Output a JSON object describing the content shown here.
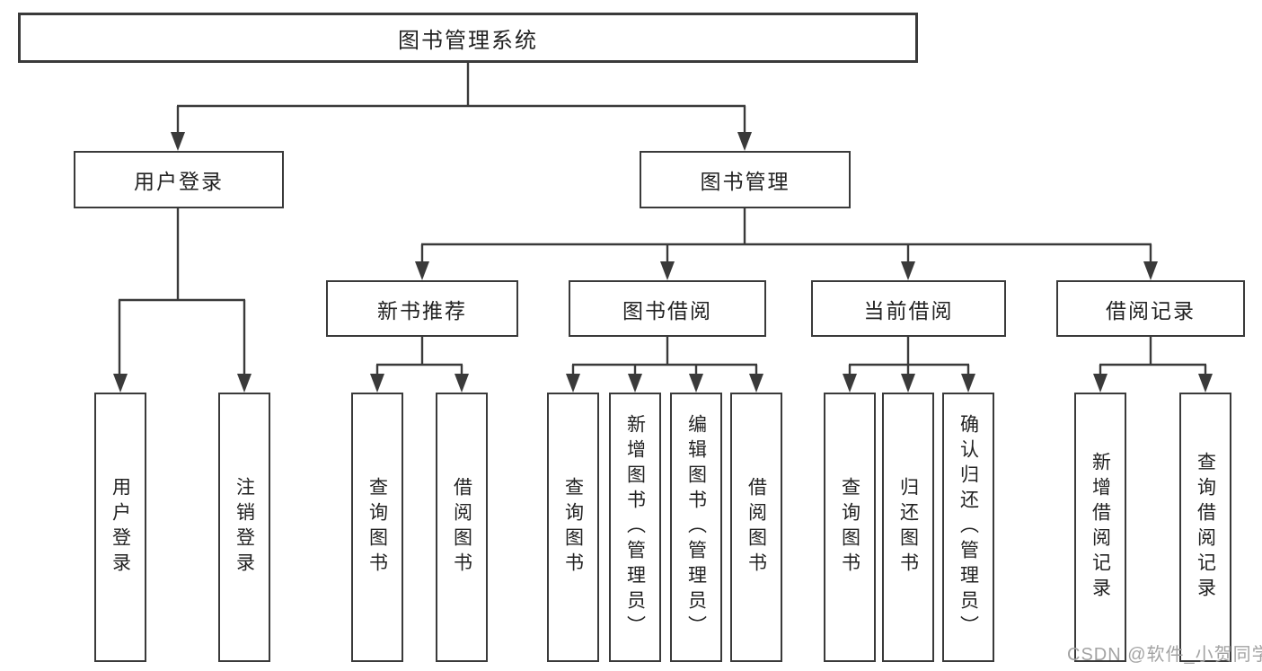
{
  "diagram": {
    "root": {
      "label": "图书管理系统"
    },
    "level2": [
      {
        "label": "用户登录"
      },
      {
        "label": "图书管理"
      }
    ],
    "level3": [
      {
        "label": "新书推荐"
      },
      {
        "label": "图书借阅"
      },
      {
        "label": "当前借阅"
      },
      {
        "label": "借阅记录"
      }
    ],
    "leaves": {
      "user_login": [
        {
          "label": "用户登录"
        },
        {
          "label": "注销登录"
        }
      ],
      "new_book_recommend": [
        {
          "label": "查询图书"
        },
        {
          "label": "借阅图书"
        }
      ],
      "book_borrow": [
        {
          "label": "查询图书"
        },
        {
          "label": "新增图书（管理员）"
        },
        {
          "label": "编辑图书（管理员）"
        },
        {
          "label": "借阅图书"
        }
      ],
      "current_borrow": [
        {
          "label": "查询图书"
        },
        {
          "label": "归还图书"
        },
        {
          "label": "确认归还（管理员）"
        }
      ],
      "borrow_records": [
        {
          "label": "新增借阅记录"
        },
        {
          "label": "查询借阅记录"
        }
      ]
    },
    "watermark": {
      "text": "CSDN @软件_小贺同学"
    },
    "colors": {
      "line": "#3a3a3a",
      "text": "#222222",
      "box_background": "#ffffff",
      "watermark": "#a3a3a3",
      "background": "#ffffff"
    }
  }
}
